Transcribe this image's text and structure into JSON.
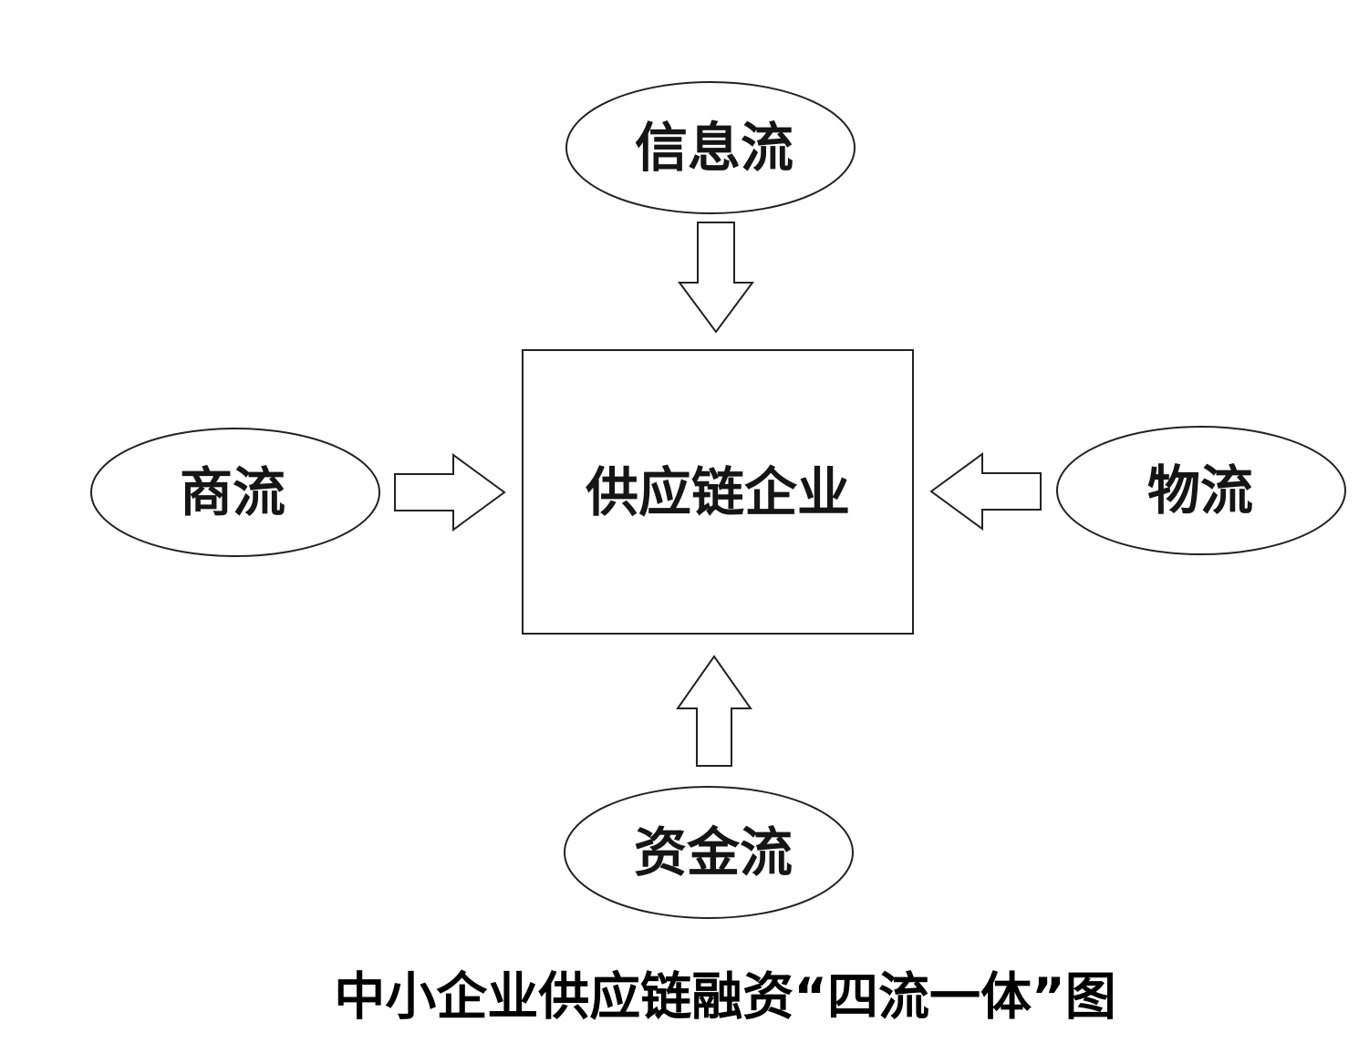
{
  "diagram": {
    "center": {
      "label": "供应链企业"
    },
    "flows": {
      "top": {
        "label": "信息流"
      },
      "left": {
        "label": "商流"
      },
      "right": {
        "label": "物流"
      },
      "bottom": {
        "label": "资金流"
      }
    },
    "caption": "中小企业供应链融资“四流一体”图"
  },
  "colors": {
    "stroke": "#222222",
    "text": "#151515",
    "fill": "#ffffff"
  }
}
